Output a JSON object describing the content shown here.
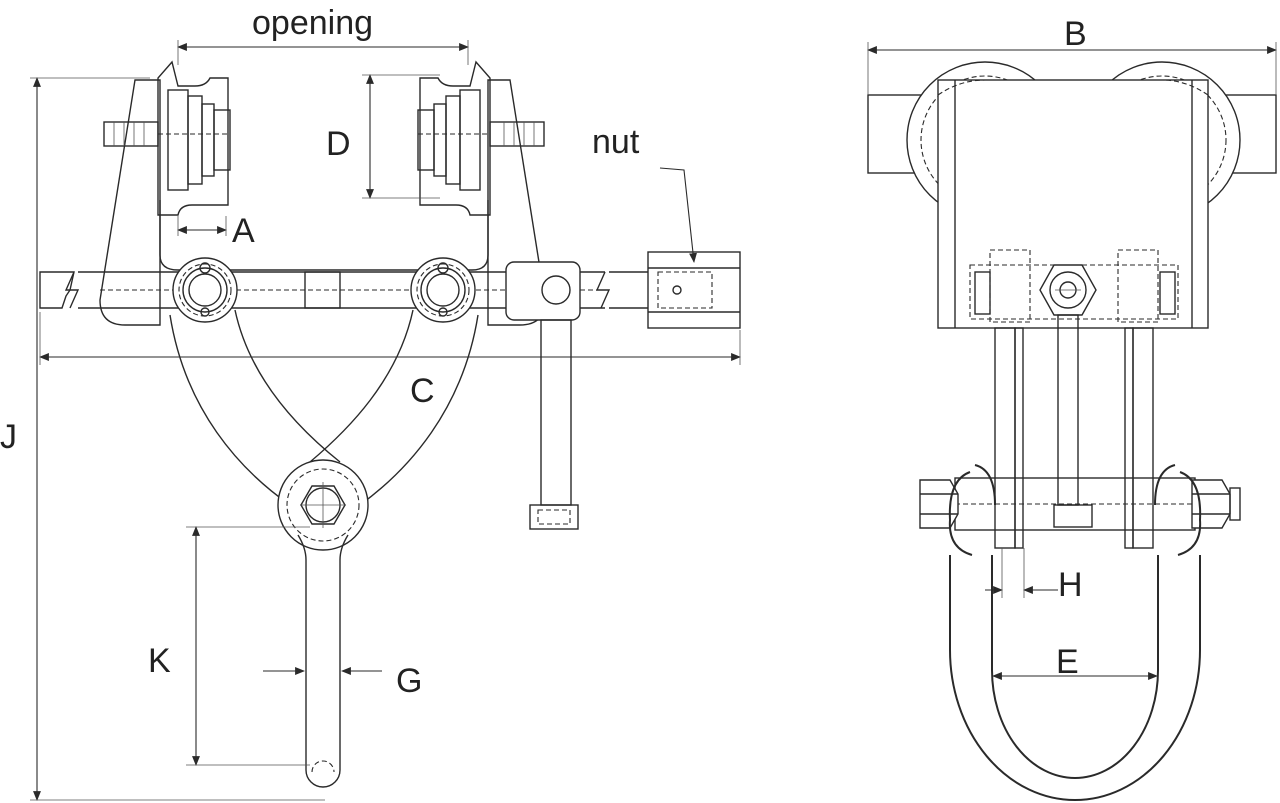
{
  "labels": {
    "opening": "opening",
    "nut": "nut",
    "A": "A",
    "B": "B",
    "C": "C",
    "D": "D",
    "E": "E",
    "G": "G",
    "H": "H",
    "J": "J",
    "K": "K"
  },
  "colors": {
    "line": "#2a2a2a",
    "text": "#222222",
    "background": "#ffffff"
  }
}
